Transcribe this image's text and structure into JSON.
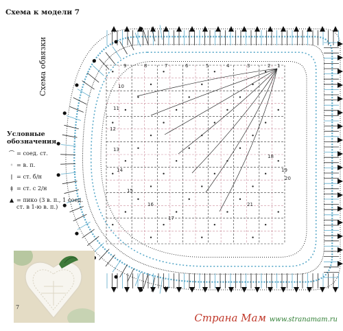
{
  "diagram": {
    "title": "Схема к модели 7",
    "side_label": "Схема обвязки",
    "row_numbers": [
      "1",
      "2",
      "3",
      "4",
      "5",
      "6",
      "7",
      "8",
      "9",
      "10",
      "11",
      "12",
      "13",
      "14",
      "15",
      "16",
      "17",
      "18",
      "19",
      "20",
      "21"
    ],
    "colors": {
      "ink": "#2a2a2a",
      "blue": "#5aa9c9",
      "pink": "#c98a99",
      "picot": "#111111"
    }
  },
  "legend": {
    "title": "Условные обозначения",
    "items": [
      {
        "icon": "slip-stitch-icon",
        "symbol": "⌒",
        "text": "= соед. ст."
      },
      {
        "icon": "chain-icon",
        "symbol": "◦",
        "text": "= в. п."
      },
      {
        "icon": "single-crochet-icon",
        "symbol": "ǀ",
        "text": "= ст. б/н"
      },
      {
        "icon": "double-crochet-icon",
        "symbol": "ǂ",
        "text": "= ст. с 2/н"
      },
      {
        "icon": "picot-icon",
        "symbol": "▲",
        "text": "= пико (3 в. п., 1 соед. ст. в 1-ю в. п.)"
      }
    ]
  },
  "photo": {
    "caption_number": "7"
  },
  "watermark": {
    "text": "Страна Мам",
    "domain": "www.stranamam.ru"
  }
}
